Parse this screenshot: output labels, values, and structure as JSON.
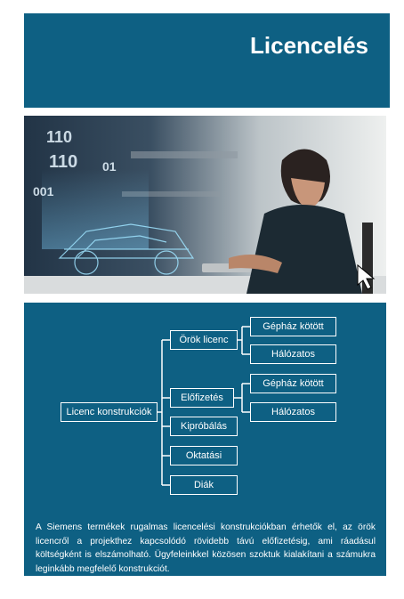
{
  "header": {
    "title": "Licencelés"
  },
  "photo": {
    "binary_text": [
      "110",
      "110",
      "01",
      "001"
    ]
  },
  "diagram": {
    "root": "Licenc konstrukciók",
    "branches": [
      {
        "label": "Örök licenc",
        "children": [
          "Gépház kötött",
          "Hálózatos"
        ]
      },
      {
        "label": "Előfizetés",
        "children": [
          "Gépház kötött",
          "Hálózatos"
        ]
      },
      {
        "label": "Kipróbálás",
        "children": []
      },
      {
        "label": "Oktatási",
        "children": []
      },
      {
        "label": "Diák",
        "children": []
      }
    ]
  },
  "description": "A Siemens termékek rugalmas licencelési konstrukciókban érhetők el, az örök licencről a projekthez kapcsolódó rövidebb távú előfizetésig, ami ráadásul költségként is elszámolható. Ügyfeleinkkel közösen szoktuk kialakítani a számukra leginkább megfelelő konstrukciót.",
  "colors": {
    "accent": "#0e6083",
    "text": "#ffffff"
  }
}
